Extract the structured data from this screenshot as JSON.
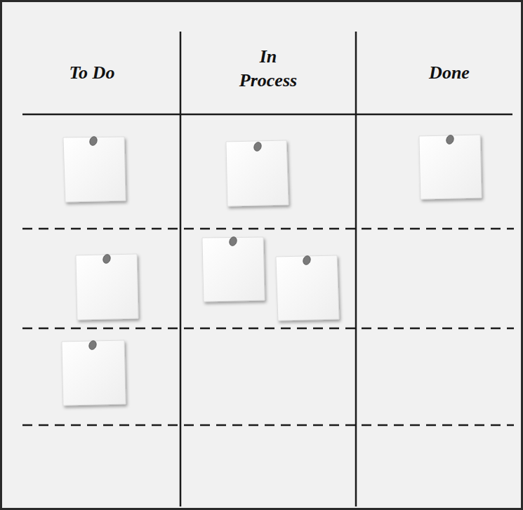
{
  "diagram": {
    "labels": [
      "To Do",
      "In Process",
      "Done"
    ]
  }
}
